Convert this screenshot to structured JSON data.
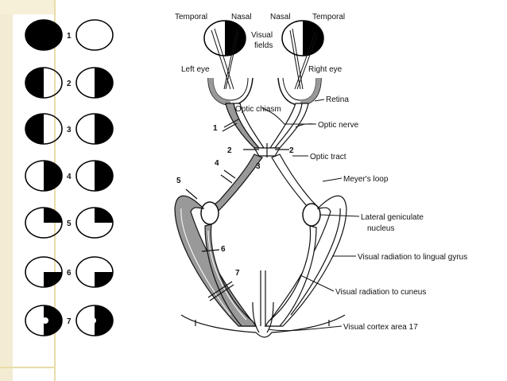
{
  "visual_field_defects": [
    {
      "number": "1"
    },
    {
      "number": "2"
    },
    {
      "number": "3"
    },
    {
      "number": "4"
    },
    {
      "number": "5"
    },
    {
      "number": "6"
    },
    {
      "number": "7"
    }
  ],
  "diagram_labels": {
    "temporal_left": "Temporal",
    "nasal_left": "Nasal",
    "nasal_right": "Nasal",
    "temporal_right": "Temporal",
    "visual_fields_line1": "Visual",
    "visual_fields_line2": "fields",
    "left_eye": "Left eye",
    "right_eye": "Right eye",
    "retina": "Retina",
    "optic_chiasm": "Optic chiasm",
    "optic_nerve": "Optic nerve",
    "optic_tract": "Optic tract",
    "meyers_loop": "Meyer's loop",
    "lgn_line1": "Lateral geniculate",
    "lgn_line2": "nucleus",
    "radiation_lingual": "Visual radiation to lingual gyrus",
    "radiation_cuneus": "Visual radiation to cuneus",
    "visual_cortex": "Visual cortex area 17"
  },
  "lesion_markers": {
    "n1": "1",
    "n2_left": "2",
    "n2_right": "2",
    "n3": "3",
    "n4": "4",
    "n5": "5",
    "n6": "6",
    "n7": "7"
  }
}
